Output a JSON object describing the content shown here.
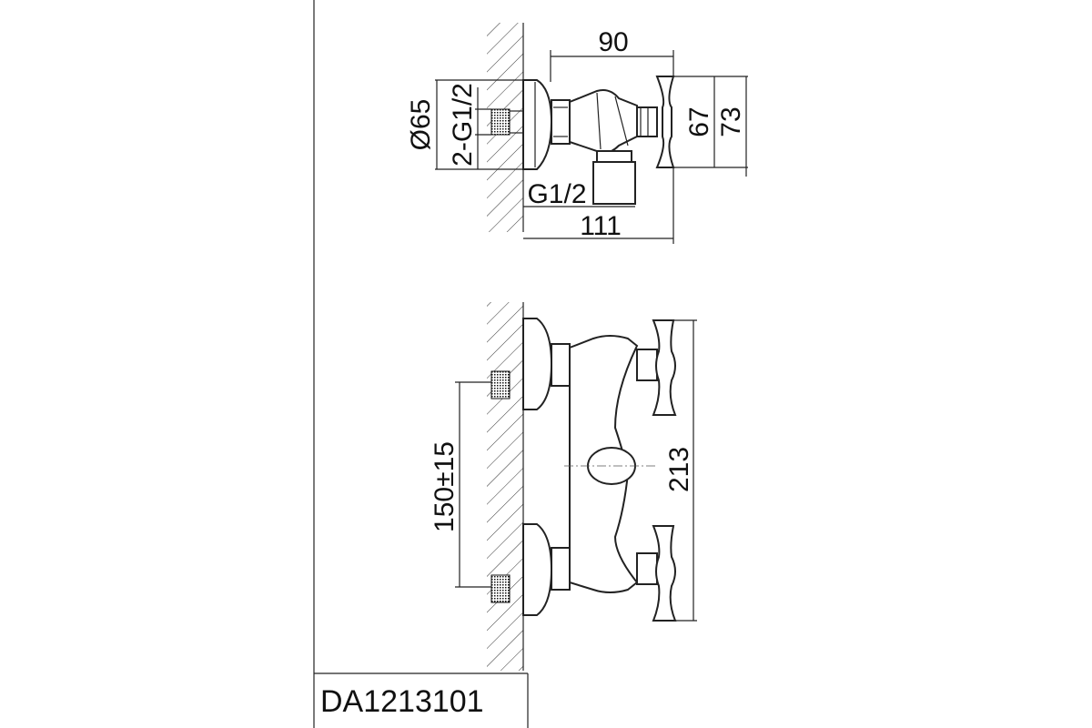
{
  "top_view": {
    "dimensions": {
      "width_90": "90",
      "height_67": "67",
      "height_73": "73",
      "diameter": "Ø65",
      "inlet_thread": "2-G1/2",
      "outlet_thread": "G1/2",
      "depth_111": "111"
    }
  },
  "front_view": {
    "dimensions": {
      "center_distance": "150±15",
      "overall_height": "213"
    }
  },
  "product_code": "DA1213101",
  "colors": {
    "line": "#222222",
    "background": "#ffffff"
  }
}
